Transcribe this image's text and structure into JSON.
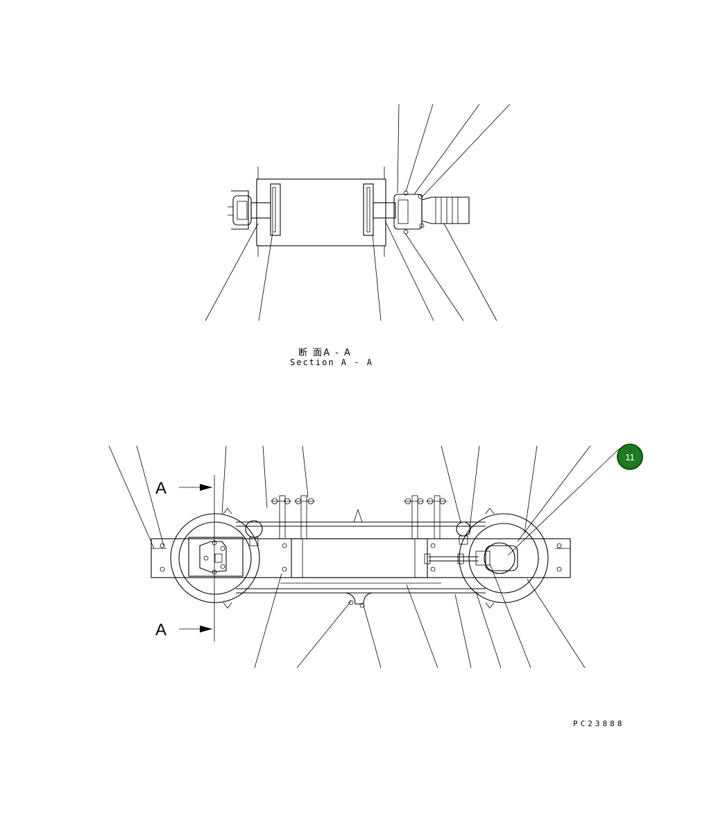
{
  "section_title_jp": "断 面A - A",
  "section_title_en": "Section A - A",
  "section_marker_top": "A",
  "section_marker_bottom": "A",
  "drawing_number": "PC23888",
  "badge": {
    "label": "11",
    "color": "#1e7a1e"
  }
}
